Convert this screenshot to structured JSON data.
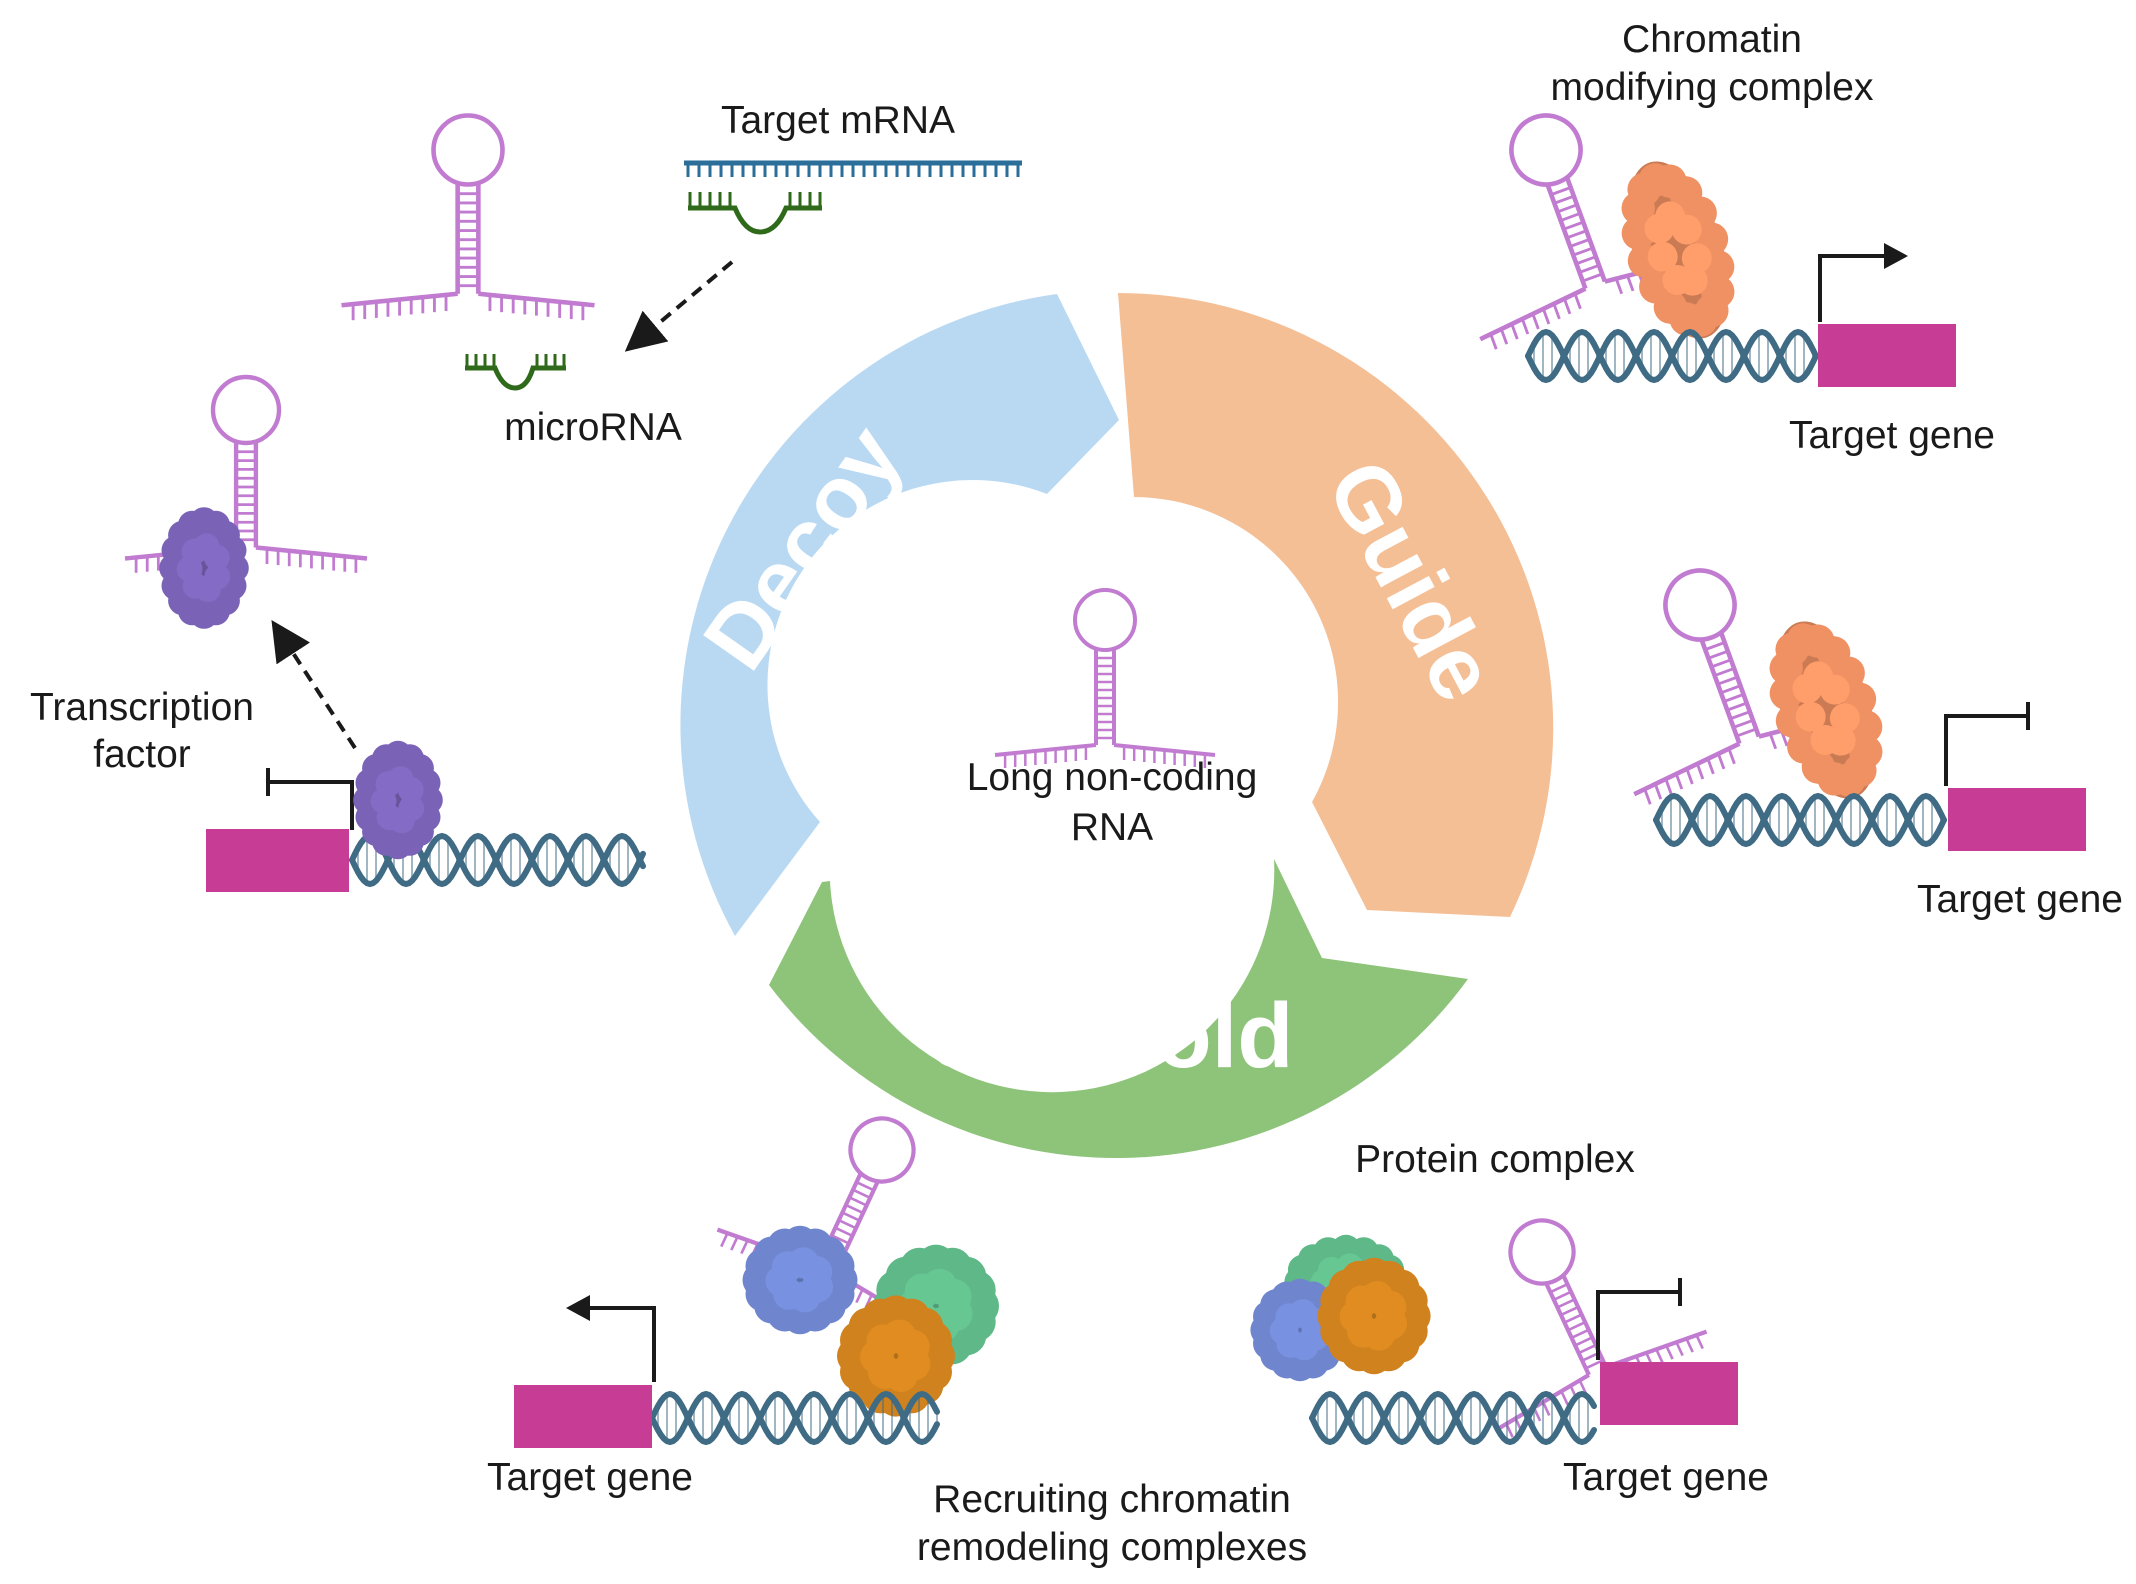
{
  "colors": {
    "decoy": "#b9d9f3",
    "guide": "#f5bf96",
    "scaffold": "#8ec47a",
    "rna": "#c17bd0",
    "dna": "#3f6b84",
    "gene": "#c73d96",
    "mirna": "#2f6a1b",
    "mrna": "#2a6e99",
    "tf_protein": "#7a63b6",
    "chromatin_protein": "#ef9163",
    "blue_protein": "#6f86cf",
    "green_protein": "#5fb888",
    "orange_protein": "#cf821e",
    "text": "#1a1a1a"
  },
  "center": {
    "label_line1": "Long non-coding",
    "label_line2": "RNA"
  },
  "segments": {
    "decoy": "Decoy",
    "guide": "Guide",
    "scaffold": "Scaffold"
  },
  "labels": {
    "target_mrna": "Target mRNA",
    "microrna": "microRNA",
    "tf_line1": "Transcription",
    "tf_line2": "factor",
    "chromatin_line1": "Chromatin",
    "chromatin_line2": "modifying complex",
    "target_gene_guide_top": "Target gene",
    "target_gene_guide_mid": "Target gene",
    "protein_complex": "Protein complex",
    "target_gene_scaffold_left": "Target gene",
    "target_gene_scaffold_right": "Target gene",
    "recruiting_line1": "Recruiting chromatin",
    "recruiting_line2": "remodeling complexes"
  },
  "icons": {
    "hairpin": "lncrna-hairpin-icon",
    "dna": "dna-helix-icon",
    "gene": "gene-box-icon",
    "arrow": "transcription-arrow-icon",
    "block": "repression-bar-icon",
    "protein": "protein-blob-icon"
  }
}
